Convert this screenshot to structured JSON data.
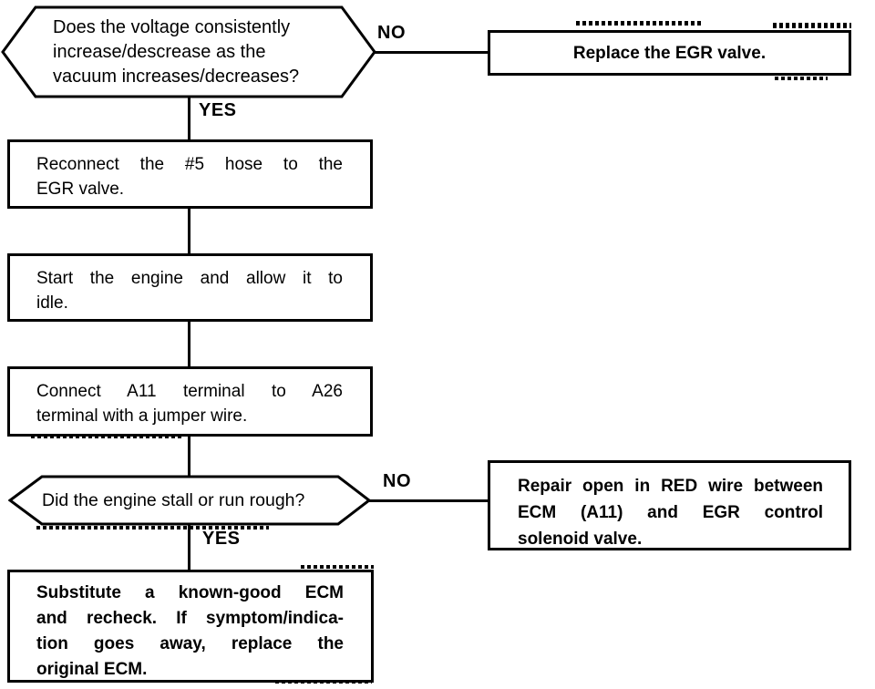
{
  "colors": {
    "ink": "#000000",
    "paper": "#ffffff"
  },
  "decision1": {
    "lines": [
      "Does the voltage consistently",
      "increase/descrease as the",
      "vacuum increases/decreases?"
    ]
  },
  "labels": {
    "no1": "NO",
    "yes1": "YES",
    "no2": "NO",
    "yes2": "YES"
  },
  "boxes": {
    "replace": {
      "text": "Replace the EGR valve."
    },
    "reconnect": {
      "lines": [
        "Reconnect the #5 hose to the",
        "EGR valve."
      ]
    },
    "start": {
      "lines": [
        "Start the engine and allow it to",
        "idle."
      ]
    },
    "connect": {
      "lines": [
        "Connect A11 terminal to A26",
        "terminal with a jumper wire."
      ]
    },
    "repair": {
      "lines": [
        "Repair open in RED wire between",
        "ECM (A11) and EGR control",
        "solenoid valve."
      ]
    },
    "substitute": {
      "lines": [
        "Substitute a known-good ECM",
        "and recheck. If symptom/indica-",
        "tion goes away, replace the",
        "original ECM."
      ]
    }
  },
  "decision2": {
    "text": "Did the engine stall or run rough?"
  }
}
